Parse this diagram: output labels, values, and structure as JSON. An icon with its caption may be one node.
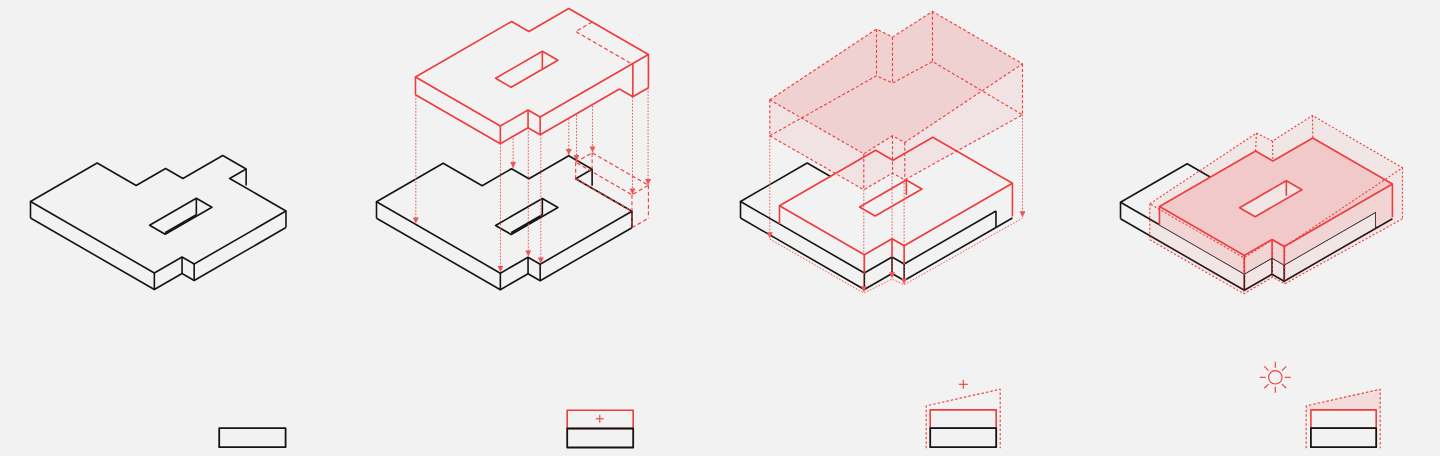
{
  "diagram": {
    "nodes": [
      {
        "text": [],
        "shape": "picture"
      },
      {
        "text": [],
        "shape": "picture"
      },
      {
        "text": [],
        "shape": "picture"
      },
      {
        "text": [],
        "shape": "picture"
      },
      {
        "text": [],
        "shape": "box"
      },
      {
        "text": [],
        "shape": "box"
      },
      {
        "text": [],
        "shape": "picture"
      },
      {
        "text": [],
        "shape": "picture"
      }
    ]
  }
}
